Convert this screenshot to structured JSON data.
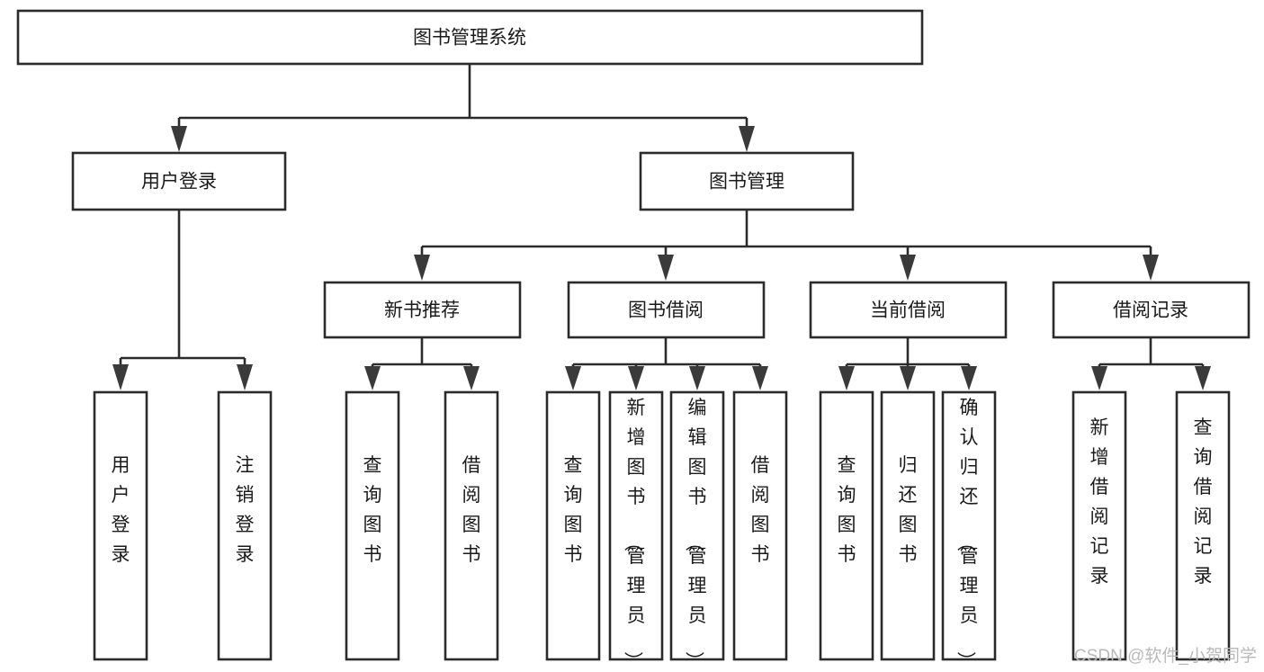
{
  "diagram": {
    "type": "tree",
    "title": "图书管理系统",
    "orientation": "top-down",
    "levels": 4,
    "root": {
      "id": "root",
      "label": "图书管理系统",
      "text_orientation": "horizontal"
    },
    "level2": [
      {
        "id": "user-login",
        "label": "用户登录",
        "text_orientation": "horizontal"
      },
      {
        "id": "book-manage",
        "label": "图书管理",
        "text_orientation": "horizontal"
      }
    ],
    "level3": [
      {
        "id": "new-book-rec",
        "label": "新书推荐",
        "parent": "book-manage",
        "text_orientation": "horizontal"
      },
      {
        "id": "book-borrow",
        "label": "图书借阅",
        "parent": "book-manage",
        "text_orientation": "horizontal"
      },
      {
        "id": "current-borrow",
        "label": "当前借阅",
        "parent": "book-manage",
        "text_orientation": "horizontal"
      },
      {
        "id": "borrow-record",
        "label": "借阅记录",
        "parent": "book-manage",
        "text_orientation": "horizontal"
      }
    ],
    "leaves": [
      {
        "id": "leaf-user-login",
        "label": "用户登录",
        "parent": "user-login",
        "text_orientation": "vertical"
      },
      {
        "id": "leaf-user-logout",
        "label": "注销登录",
        "parent": "user-login",
        "text_orientation": "vertical"
      },
      {
        "id": "leaf-query-book-1",
        "label": "查询图书",
        "parent": "new-book-rec",
        "text_orientation": "vertical"
      },
      {
        "id": "leaf-borrow-book-1",
        "label": "借阅图书",
        "parent": "new-book-rec",
        "text_orientation": "vertical"
      },
      {
        "id": "leaf-query-book-2",
        "label": "查询图书",
        "parent": "book-borrow",
        "text_orientation": "vertical"
      },
      {
        "id": "leaf-add-book",
        "label": "新增图书（管理员）",
        "parent": "book-borrow",
        "text_orientation": "vertical"
      },
      {
        "id": "leaf-edit-book",
        "label": "编辑图书（管理员）",
        "parent": "book-borrow",
        "text_orientation": "vertical"
      },
      {
        "id": "leaf-borrow-book-2",
        "label": "借阅图书",
        "parent": "book-borrow",
        "text_orientation": "vertical"
      },
      {
        "id": "leaf-query-book-3",
        "label": "查询图书",
        "parent": "current-borrow",
        "text_orientation": "vertical"
      },
      {
        "id": "leaf-return-book",
        "label": "归还图书",
        "parent": "current-borrow",
        "text_orientation": "vertical"
      },
      {
        "id": "leaf-confirm-return",
        "label": "确认归还（管理员）",
        "parent": "current-borrow",
        "text_orientation": "vertical"
      },
      {
        "id": "leaf-add-record",
        "label": "新增借阅记录",
        "parent": "borrow-record",
        "text_orientation": "vertical"
      },
      {
        "id": "leaf-query-record",
        "label": "查询借阅记录",
        "parent": "borrow-record",
        "text_orientation": "vertical"
      }
    ]
  },
  "watermark": {
    "text": "CSDN @软件_小贺同学"
  },
  "colors": {
    "box_stroke": "#2b2b2b",
    "box_fill": "#ffffff",
    "connector": "#2b2b2b",
    "text": "#1a1a1a",
    "watermark": "#b9b9b9",
    "background": "#ffffff"
  }
}
